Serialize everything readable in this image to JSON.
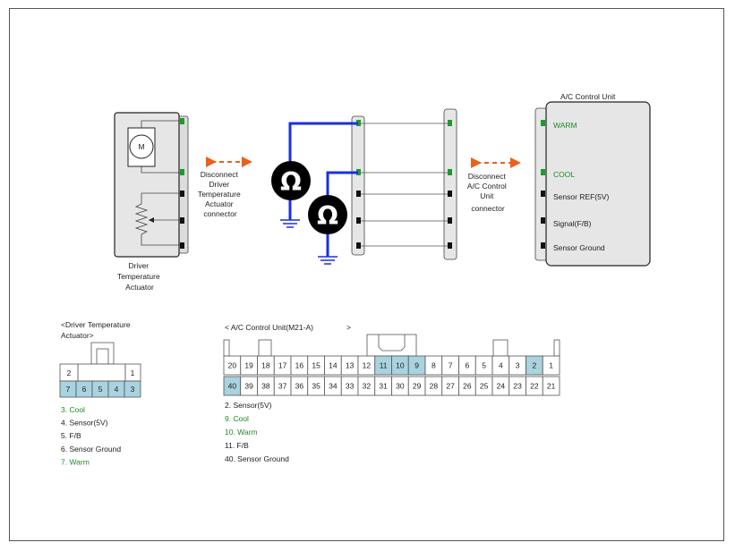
{
  "colors": {
    "wire_probe": "#1a2fe0",
    "wire_thin": "#555555",
    "pin_green": "#1f9a2a",
    "pin_black": "#111111",
    "arrow_orange": "#e8621c",
    "highlight_cell": "#a8d3df",
    "component_fill": "#e6e6e6",
    "green_text": "#1f8a2a"
  },
  "icons": [
    "motor-icon",
    "potentiometer-icon",
    "ohmmeter-icon",
    "ground-icon",
    "double-arrow-icon"
  ],
  "actuator": {
    "label_lines": [
      "Driver",
      "Temperature",
      "Actuator"
    ],
    "motor_letter": "M"
  },
  "disconnect_left": [
    "Disconnect",
    "Driver",
    "Temperature",
    "Actuator",
    "connector"
  ],
  "disconnect_right": [
    "Disconnect",
    "A/C Control",
    "Unit",
    "connector"
  ],
  "meter_symbol": "Ω",
  "acu": {
    "title": "A/C Control Unit",
    "pins": [
      {
        "label": "WARM",
        "green": true
      },
      {
        "label": "COOL",
        "green": true
      },
      {
        "label": "Sensor REF(5V)",
        "green": false
      },
      {
        "label": "Signal(F/B)",
        "green": false
      },
      {
        "label": "Sensor Ground",
        "green": false
      }
    ]
  },
  "dta_connector": {
    "title_lines": [
      "<Driver Temperature",
      "Actuator>"
    ],
    "top_row": [
      "2",
      "1"
    ],
    "bottom_row": [
      "7",
      "6",
      "5",
      "4",
      "3"
    ],
    "legend": [
      {
        "text": "3. Cool",
        "green": true
      },
      {
        "text": "4. Sensor(5V)",
        "green": false
      },
      {
        "text": "5. F/B",
        "green": false
      },
      {
        "text": "6. Sensor Ground",
        "green": false
      },
      {
        "text": "7. Warm",
        "green": true
      }
    ]
  },
  "acu_connector": {
    "title": "< A/C Control Unit(M21-A)",
    "title_close": ">",
    "top_row": [
      "20",
      "19",
      "18",
      "17",
      "16",
      "15",
      "14",
      "13",
      "12",
      "11",
      "10",
      "9",
      "8",
      "7",
      "6",
      "5",
      "4",
      "3",
      "2",
      "1"
    ],
    "bottom_row": [
      "40",
      "39",
      "38",
      "37",
      "36",
      "35",
      "34",
      "33",
      "32",
      "31",
      "30",
      "29",
      "28",
      "27",
      "26",
      "25",
      "24",
      "23",
      "22",
      "21"
    ],
    "highlighted": [
      "11",
      "10",
      "9",
      "2",
      "40"
    ],
    "legend": [
      {
        "text": "2. Sensor(5V)",
        "green": false
      },
      {
        "text": "9. Cool",
        "green": true
      },
      {
        "text": "10. Warm",
        "green": true
      },
      {
        "text": "11. F/B",
        "green": false
      },
      {
        "text": "40. Sensor Ground",
        "green": false
      }
    ]
  }
}
